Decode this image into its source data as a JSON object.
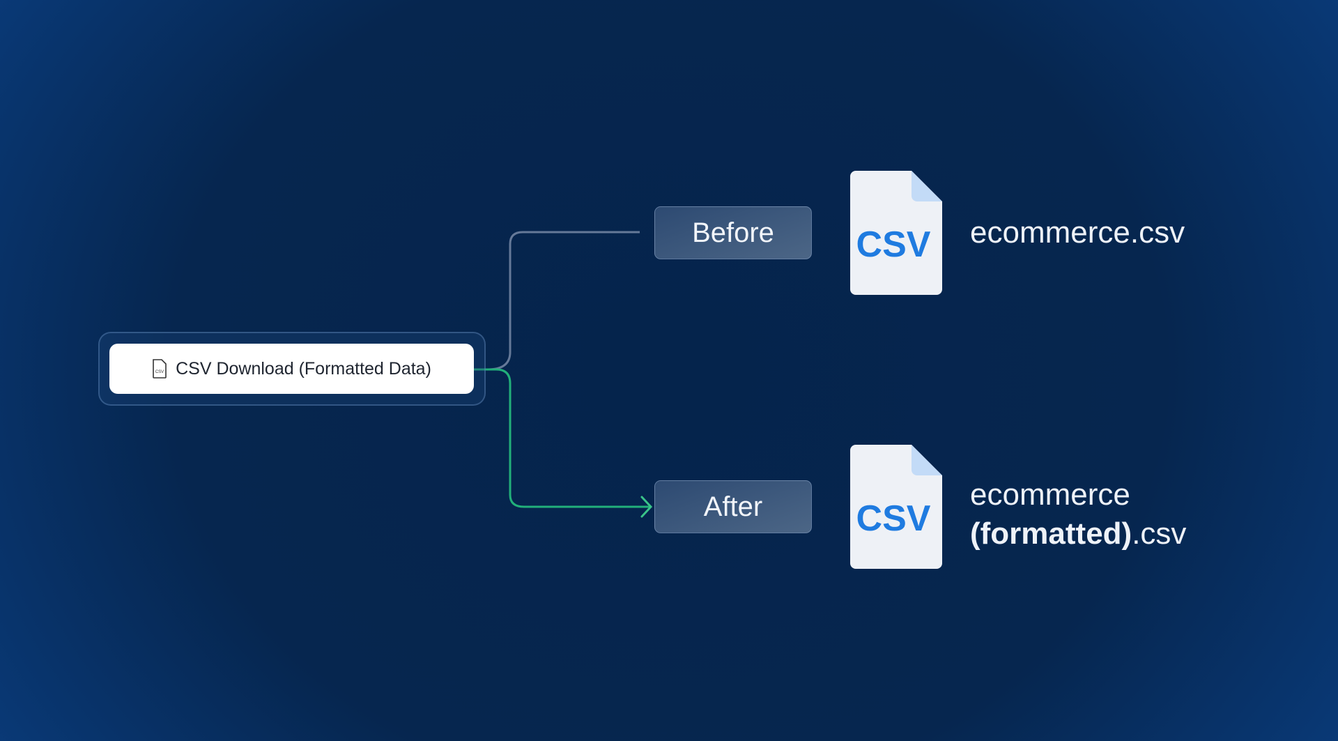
{
  "source_button": {
    "label": "CSV Download (Formatted Data)",
    "icon": "csv-file-icon",
    "icon_text": "CSV"
  },
  "before": {
    "label": "Before",
    "file_icon_text": "CSV",
    "filename": "ecommerce.csv"
  },
  "after": {
    "label": "After",
    "file_icon_text": "CSV",
    "filename_base": "ecommerce",
    "filename_bold": "(formatted)",
    "filename_ext": ".csv"
  },
  "colors": {
    "accent_green": "#22b07a",
    "csv_blue": "#1f7be0",
    "connector_grey": "#8a9bb5"
  }
}
